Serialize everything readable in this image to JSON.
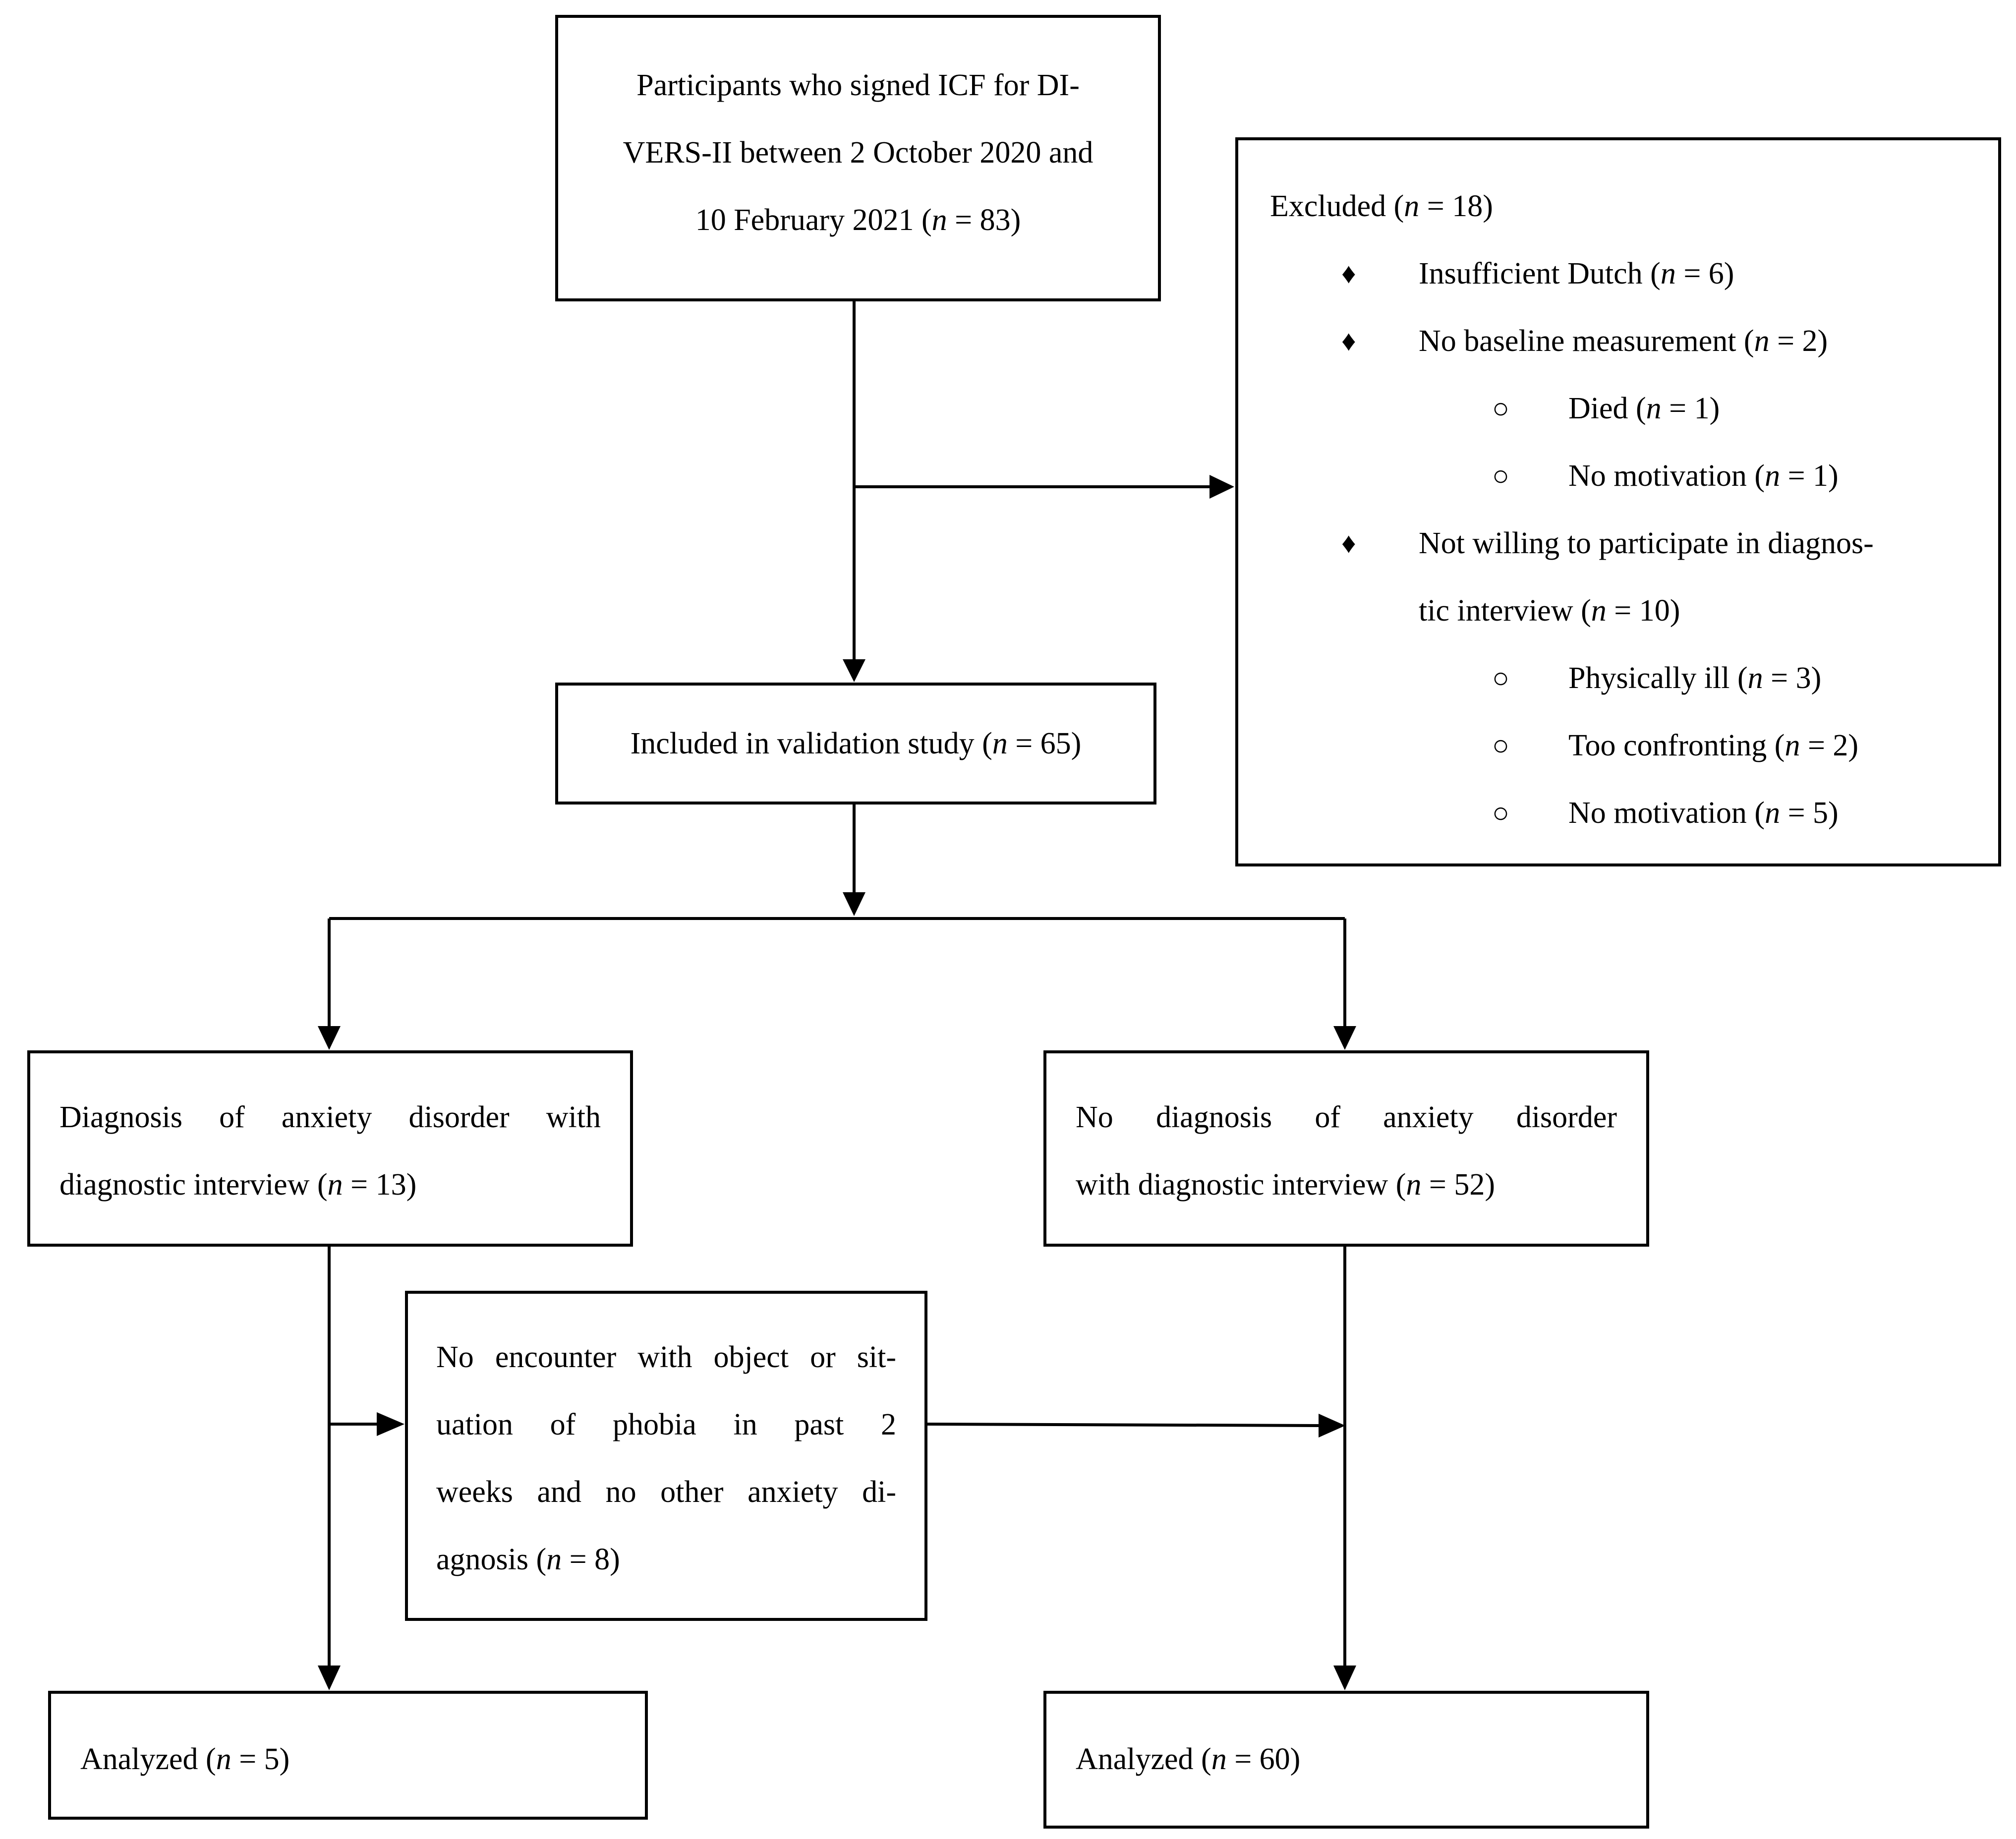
{
  "boxes": {
    "enrolled": {
      "lines": [
        "Participants who signed ICF for DI-",
        "VERS-II between 2 October 2020 and",
        "10 February 2021 ("
      ],
      "n": "n",
      "suffix": " = 83)"
    },
    "excluded": {
      "title_prefix": "Excluded (",
      "n": "n",
      "title_suffix": " = 18)",
      "items": [
        {
          "bullet": "♦",
          "text": "Insufficient Dutch (",
          "n": "n",
          "suffix": " = 6)"
        },
        {
          "bullet": "♦",
          "text": "No baseline measurement (",
          "n": "n",
          "suffix": " = 2)"
        },
        {
          "bullet": "○",
          "text": "Died (",
          "n": "n",
          "suffix": " = 1)"
        },
        {
          "bullet": "○",
          "text": "No motivation (",
          "n": "n",
          "suffix": " = 1)"
        },
        {
          "bullet": "♦",
          "text": "Not willing to participate in diagnos-"
        },
        {
          "text": "tic interview (",
          "n": "n",
          "suffix": " = 10)"
        },
        {
          "bullet": "○",
          "text": "Physically ill (",
          "n": "n",
          "suffix": " = 3)"
        },
        {
          "bullet": "○",
          "text": "Too confronting (",
          "n": "n",
          "suffix": " = 2)"
        },
        {
          "bullet": "○",
          "text": "No motivation (",
          "n": "n",
          "suffix": " = 5)"
        }
      ]
    },
    "included": {
      "text": "Included in validation study (",
      "n": "n",
      "suffix": " = 65)"
    },
    "diagnosis": {
      "line1": "Diagnosis of anxiety disorder with",
      "line2": "diagnostic interview (",
      "n": "n",
      "suffix": " = 13)"
    },
    "no_diagnosis": {
      "line1": "No diagnosis of anxiety disorder",
      "line2": "with diagnostic interview (",
      "n": "n",
      "suffix": " = 52)"
    },
    "no_encounter": {
      "line1": "No encounter with object or sit-",
      "line2": "uation of phobia in past 2",
      "line3": "weeks and no other anxiety di-",
      "line4": "agnosis (",
      "n": "n",
      "suffix": " = 8)"
    },
    "analyzed_left": {
      "text": "Analyzed (",
      "n": "n",
      "suffix": " = 5)"
    },
    "analyzed_right": {
      "text": "Analyzed (",
      "n": "n",
      "suffix": " = 60)"
    }
  }
}
